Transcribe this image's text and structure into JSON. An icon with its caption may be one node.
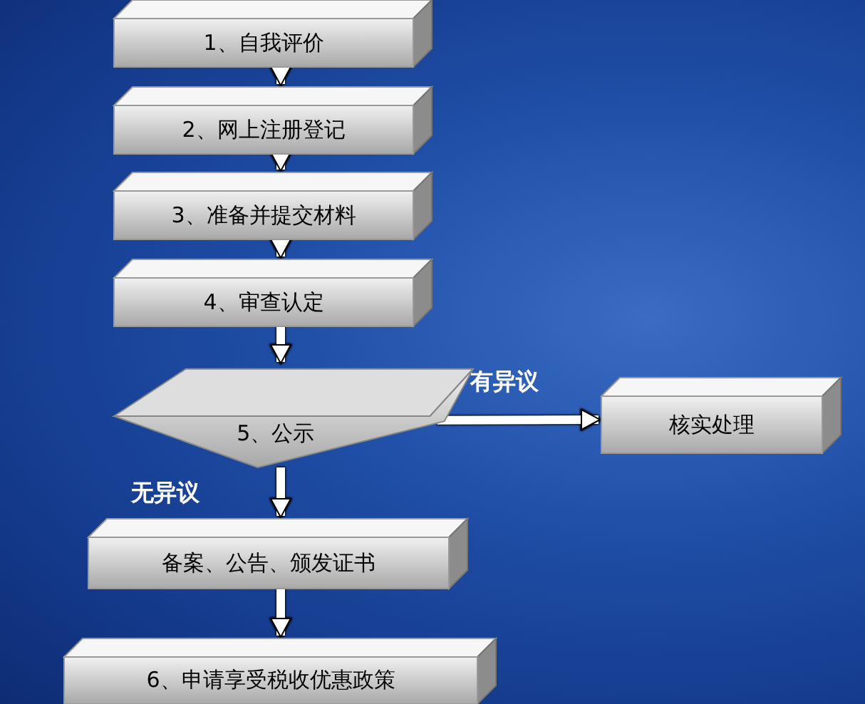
{
  "diagram": {
    "nodes": [
      {
        "text": [
          "1、自我评价"
        ]
      },
      {
        "text": [
          "2、网上注册登记"
        ]
      },
      {
        "text": [
          "3、准备并提交材料"
        ]
      },
      {
        "text": [
          "4、审查认定"
        ]
      },
      {
        "text": [
          "5、公示"
        ]
      },
      {
        "text": [
          "核实处理"
        ]
      },
      {
        "text": [
          "备案、公告、颁发证书"
        ]
      },
      {
        "text": [
          "6、申请享受税收优惠政策"
        ]
      }
    ],
    "edges": [
      {
        "from": 0,
        "to": 1,
        "arrow": "to"
      },
      {
        "from": 1,
        "to": 2,
        "arrow": "to"
      },
      {
        "from": 2,
        "to": 3,
        "arrow": "to"
      },
      {
        "from": 3,
        "to": 4,
        "arrow": "to"
      },
      {
        "from": 4,
        "to": 5,
        "arrow": "to",
        "label": "有异议"
      },
      {
        "from": 4,
        "to": 6,
        "arrow": "to",
        "label": "无异议"
      },
      {
        "from": 6,
        "to": 7,
        "arrow": "to"
      }
    ]
  }
}
